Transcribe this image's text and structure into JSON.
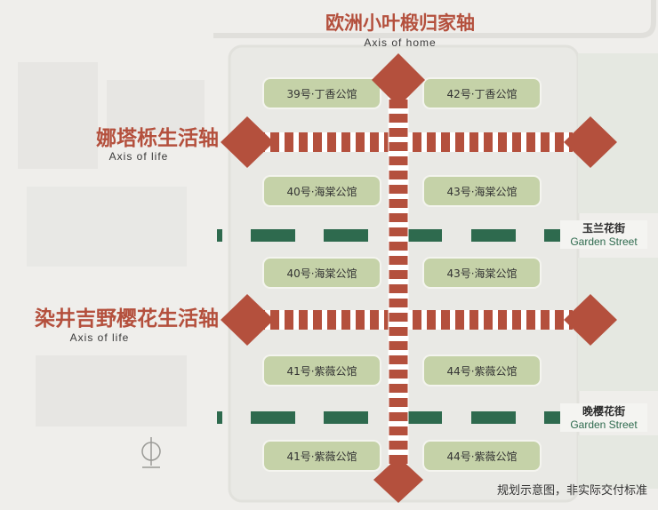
{
  "axes": {
    "home": {
      "title": "欧洲小叶椴归家轴",
      "subtitle": "Axis of home"
    },
    "life_1": {
      "title": "娜塔栎生活轴",
      "subtitle": "Axis of life"
    },
    "life_2": {
      "title": "染井吉野樱花生活轴",
      "subtitle": "Axis of life"
    }
  },
  "streets": [
    {
      "title": "玉兰花街",
      "subtitle": "Garden Street"
    },
    {
      "title": "晚樱花街",
      "subtitle": "Garden Street"
    }
  ],
  "buildings": [
    "39号·丁香公馆",
    "42号·丁香公馆",
    "40号·海棠公馆",
    "43号·海棠公馆",
    "40号·海棠公馆",
    "43号·海棠公馆",
    "41号·紫薇公馆",
    "44号·紫薇公馆",
    "41号·紫薇公馆",
    "44号·紫薇公馆"
  ],
  "disclaimer": "规划示意图，非实际交付标准",
  "colors": {
    "axis": "#b4503d",
    "street": "#2e6a4e",
    "building": "#c5d2a8",
    "background": "#efeeeb"
  }
}
